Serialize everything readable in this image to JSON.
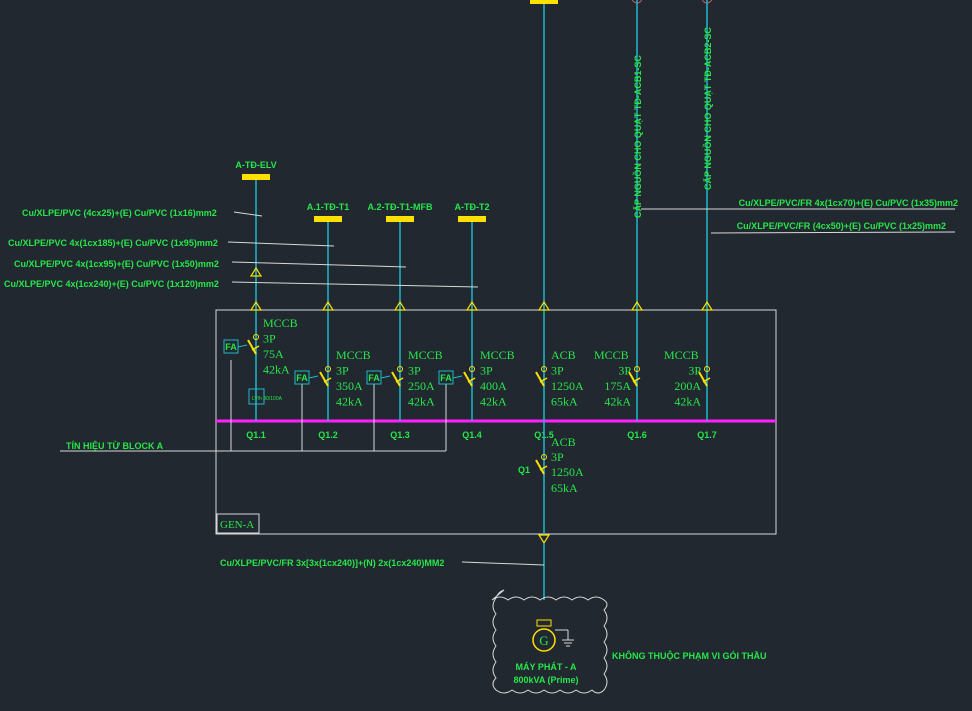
{
  "panel": {
    "name": "GEN-A",
    "bus_color": "#ff20ff",
    "wire_color": "#20b8c8",
    "text_color": "#28e64a",
    "box_color": "#d8d8d8",
    "bus_yellow": "#ffe000"
  },
  "feeders": [
    {
      "bus": "A-TĐ-ELV",
      "type": "MCCB",
      "poles": "3P",
      "rating": "75A",
      "breaking": "42kA",
      "label": "Q1.1"
    },
    {
      "bus": "A.1-TĐ-T1",
      "type": "MCCB",
      "poles": "3P",
      "rating": "350A",
      "breaking": "42kA",
      "label": "Q1.2"
    },
    {
      "bus": "A.2-TĐ-T1-MFB",
      "type": "MCCB",
      "poles": "3P",
      "rating": "250A",
      "breaking": "42kA",
      "label": "Q1.3"
    },
    {
      "bus": "A-TĐ-T2",
      "type": "MCCB",
      "poles": "3P",
      "rating": "400A",
      "breaking": "42kA",
      "label": "Q1.4"
    },
    {
      "bus": "",
      "type": "ACB",
      "poles": "3P",
      "rating": "1250A",
      "breaking": "65kA",
      "label": "Q1.5"
    },
    {
      "bus": "CẤP NGUỒN CHO QUẠT TĐ-ACB1-SC",
      "type": "MCCB",
      "poles": "3P",
      "rating": "175A",
      "breaking": "42kA",
      "label": "Q1.6"
    },
    {
      "bus": "CẤP NGUỒN CHO QUẠT TĐ-ACB2-SC",
      "type": "MCCB",
      "poles": "3P",
      "rating": "200A",
      "breaking": "42kA",
      "label": "Q1.7"
    }
  ],
  "cables": [
    "Cu/XLPE/PVC (4cx25)+(E) Cu/PVC (1x16)mm2",
    "Cu/XLPE/PVC 4x(1cx185)+(E) Cu/PVC (1x95)mm2",
    "Cu/XLPE/PVC 4x(1cx95)+(E) Cu/PVC (1x50)mm2",
    "Cu/XLPE/PVC 4x(1cx240)+(E) Cu/PVC (1x120)mm2",
    "Cu/XLPE/PVC/FR 4x(1cx70)+(E) Cu/PVC (1x35)mm2",
    "Cu/XLPE/PVC/FR (4cx50)+(E) Cu/PVC (1x25)mm2"
  ],
  "main_breaker": {
    "type": "ACB",
    "poles": "3P",
    "rating": "1250A",
    "breaking": "65kA",
    "label": "Q1"
  },
  "gen_cable": "Cu/XLPE/PVC/FR 3x[3x(1cx240)]+(N) 2x(1cx240)MM2",
  "signal_label": "TÍN HIỆU TỪ BLOCK A",
  "fa_label": "FA",
  "elv_tag": "LV/h 30/100A",
  "generator": {
    "symbol": "G",
    "name": "MÁY PHÁT - A",
    "rating": "800kVA (Prime)"
  },
  "scope_note": "KHÔNG THUỘC PHẠM VI GÓI THẦU"
}
